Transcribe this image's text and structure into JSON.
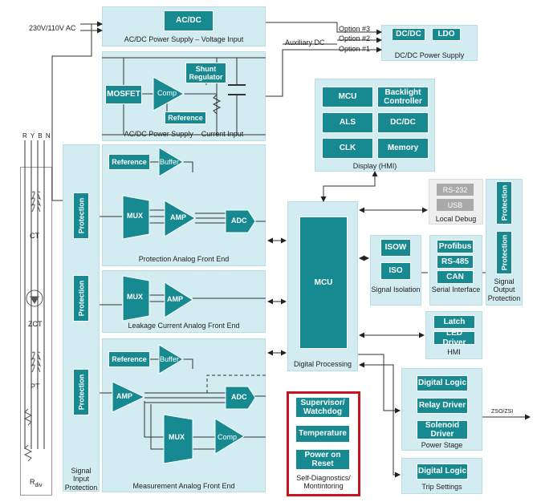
{
  "inputs": {
    "mains": "230V/110V AC",
    "aux_dc": "Auxiliary DC",
    "option3": "Option #3",
    "option2": "Option #2",
    "option1": "Option #1",
    "phases": "R Y B N"
  },
  "acdc_voltage": {
    "block": "AC/DC",
    "caption": "AC/DC Power Supply – Voltage Input"
  },
  "acdc_current": {
    "mosfet": "MOSFET",
    "comp": "Comp",
    "shunt": "Shunt Regulator",
    "reference": "Reference",
    "caption": "AC/DC Power Supply – Current Input"
  },
  "dcdc": {
    "dcdc": "DC/DC",
    "ldo": "LDO",
    "caption": "DC/DC Power Supply"
  },
  "display": {
    "items": [
      "MCU",
      "Backlight Controller",
      "ALS",
      "DC/DC",
      "CLK",
      "Memory"
    ],
    "caption": "Display (HMI)"
  },
  "sensors": {
    "ct": "CT",
    "zct": "ZCT",
    "pt": "PT",
    "rdiv": "R",
    "rdiv_sub": "div"
  },
  "signal_input": {
    "protection": "Protection",
    "caption": "Signal Input Protection"
  },
  "protection_afe": {
    "reference": "Reference",
    "buffer": "Buffer",
    "mux": "MUX",
    "amp": "AMP",
    "adc": "ADC",
    "caption": "Protection Analog Front End"
  },
  "leakage_afe": {
    "mux": "MUX",
    "amp": "AMP",
    "caption": "Leakage Current Analog Front End"
  },
  "measurement_afe": {
    "reference": "Reference",
    "buffer": "Buffer",
    "amp": "AMP",
    "adc": "ADC",
    "mux": "MUX",
    "comp": "Comp",
    "caption": "Measurement Analog Front End"
  },
  "digital": {
    "mcu": "MCU",
    "caption": "Digital Processing"
  },
  "local_debug": {
    "rs232": "RS-232",
    "usb": "USB",
    "caption": "Local Debug"
  },
  "signal_output": {
    "protection": "Protection",
    "caption": "Signal Output Protection"
  },
  "signal_isolation": {
    "isow": "ISOW",
    "iso": "ISO",
    "caption": "Signal Isolation"
  },
  "serial": {
    "items": [
      "Profibus",
      "RS-485",
      "CAN"
    ],
    "caption": "Serial Interface"
  },
  "hmi": {
    "latch": "Latch",
    "led": "LED Driver",
    "caption": "HMI"
  },
  "power_stage": {
    "items": [
      "Digital Logic",
      "Relay Driver",
      "Solenoid Driver"
    ],
    "caption": "Power Stage",
    "output": "ZSO/ZSI"
  },
  "self_diag": {
    "items": [
      "Supervisor/ Watchdog",
      "Temperature",
      "Power on Reset"
    ],
    "caption": "Self-Diagnostics/ Montintoring",
    "highlight_color": "#c4161c"
  },
  "trip": {
    "item": "Digital Logic",
    "caption": "Trip Settings"
  },
  "colors": {
    "panel": "#d3ecf1",
    "block": "#178a91"
  }
}
